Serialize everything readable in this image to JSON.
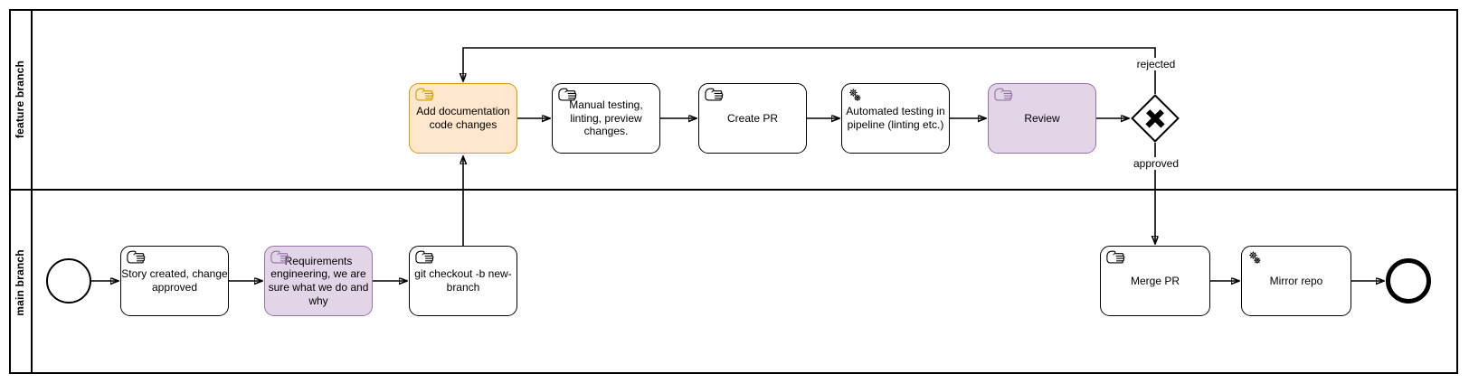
{
  "diagram_type": "bpmn-git-workflow",
  "lanes": [
    {
      "label": "feature branch"
    },
    {
      "label": "main branch"
    }
  ],
  "tasks": {
    "add_documentation": {
      "label": "Add documentation\ncode changes",
      "icon": "manual-task-hand",
      "highlight": "orange"
    },
    "manual_testing": {
      "label": "Manual testing,\nlinting, preview\nchanges.",
      "icon": "manual-task-hand",
      "highlight": "none"
    },
    "create_pr": {
      "label": "Create PR",
      "icon": "manual-task-hand",
      "highlight": "none"
    },
    "automated_testing": {
      "label": "Automated testing in\npipeline (linting etc.)",
      "icon": "service-task-gears",
      "highlight": "none"
    },
    "review": {
      "label": "Review",
      "icon": "manual-task-hand",
      "highlight": "purple"
    },
    "story_created": {
      "label": "Story created, change\napproved",
      "icon": "manual-task-hand",
      "highlight": "none"
    },
    "requirements": {
      "label": "Requirements\nengineering, we are\nsure what we do and\nwhy",
      "icon": "manual-task-hand",
      "highlight": "purple"
    },
    "git_checkout": {
      "label": "git checkout -b new-\nbranch",
      "icon": "manual-task-hand",
      "highlight": "none"
    },
    "merge_pr": {
      "label": "Merge PR",
      "icon": "manual-task-hand",
      "highlight": "none"
    },
    "mirror_repo": {
      "label": "Mirror repo",
      "icon": "service-task-gears",
      "highlight": "none"
    }
  },
  "gateway": {
    "kind": "exclusive-xor",
    "branch_labels": {
      "rejected": "rejected",
      "approved": "approved"
    }
  },
  "colors": {
    "orange_fill": "#FFE6CC",
    "orange_stroke": "#D79B00",
    "purple_fill": "#E1D5E7",
    "purple_stroke": "#9673A6",
    "default_fill": "#FFFFFF",
    "stroke": "#000000",
    "background": "#FFFFFF"
  }
}
